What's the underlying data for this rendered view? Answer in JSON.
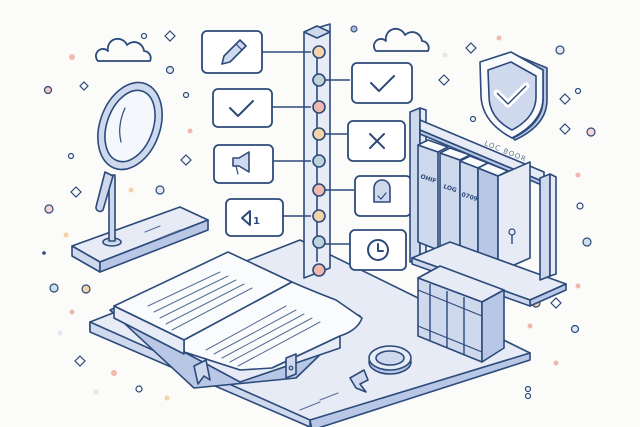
{
  "scene": {
    "title": "Isometric log book and audit timeline illustration",
    "background": "#fbfbfa",
    "palette": {
      "outline": "#2c4a7a",
      "light_fill": "#e6ebf5",
      "mid_fill": "#cfd9ee",
      "dark_fill": "#b8c7e6",
      "node_orange": "#f3d3a8",
      "node_teal": "#bcd3dc",
      "node_pink": "#f0b8ae"
    }
  },
  "timeline": {
    "nodes": [
      {
        "color": "orange"
      },
      {
        "color": "teal"
      },
      {
        "color": "pink"
      },
      {
        "color": "orange"
      },
      {
        "color": "teal"
      },
      {
        "color": "pink"
      },
      {
        "color": "orange"
      },
      {
        "color": "teal"
      },
      {
        "color": "pink"
      }
    ],
    "cards_left": [
      {
        "icon": "pencil-icon"
      },
      {
        "icon": "checkmark-icon"
      },
      {
        "icon": "megaphone-icon"
      },
      {
        "icon": "rewind-step-icon",
        "text": "1"
      }
    ],
    "cards_right": [
      {
        "icon": "checkmark-icon"
      },
      {
        "icon": "x-icon"
      },
      {
        "icon": "badge-check-icon"
      },
      {
        "icon": "clock-icon"
      }
    ]
  },
  "bookshelf": {
    "label": "LOC BOOR",
    "spines": [
      "OHIF",
      "LOG",
      "0709",
      ""
    ]
  },
  "objects": {
    "shield_icon": "shield-check-icon",
    "magnifier_icon": "magnifying-glass-icon",
    "open_book": "open-book",
    "binders": "stacked-binders",
    "seal": "award-seal-icon",
    "clouds": 2
  }
}
